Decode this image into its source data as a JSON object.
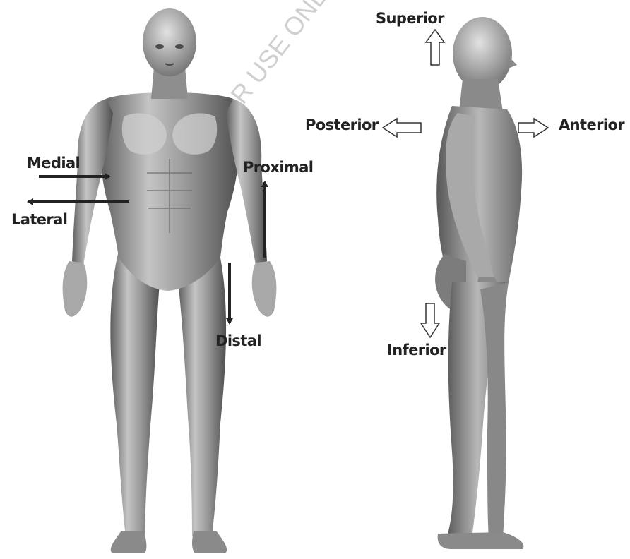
{
  "watermark": "FOR AUTHOR USE ONLY",
  "colors": {
    "ink": "#222222",
    "skin_light": "#d9d9d9",
    "skin_mid": "#9a9a9a",
    "skin_dark": "#5a5a5a",
    "background": "#ffffff"
  },
  "front_view": {
    "labels": {
      "medial": "Medial",
      "lateral": "Lateral",
      "proximal": "Proximal",
      "distal": "Distal"
    }
  },
  "side_view": {
    "labels": {
      "superior": "Superior",
      "posterior": "Posterior",
      "anterior": "Anterior",
      "inferior": "Inferior"
    }
  }
}
